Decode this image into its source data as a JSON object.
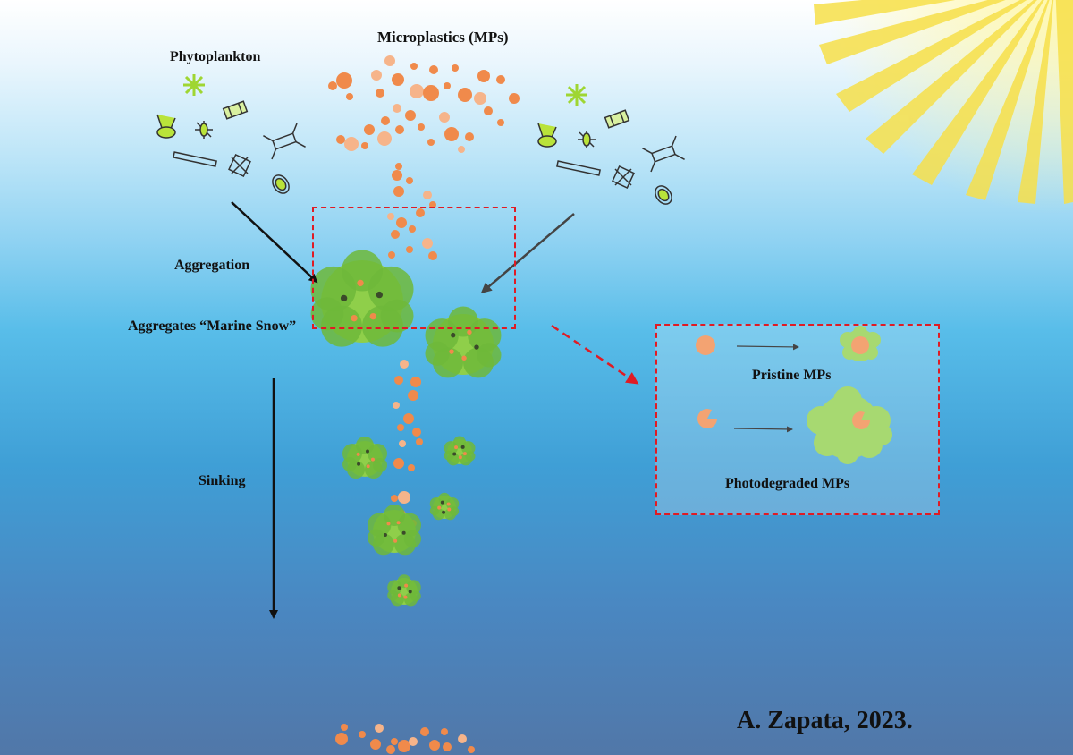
{
  "labels": {
    "microplastics": "Microplastics (MPs)",
    "phytoplankton": "Phytoplankton",
    "aggregation": "Aggregation",
    "marine_snow": "Aggregates “Marine Snow”",
    "sinking": "Sinking",
    "pristine": "Pristine MPs",
    "photodegraded": "Photodegraded MPs",
    "credit": "A. Zapata, 2023."
  },
  "colors": {
    "microplastic": "#f08a4b",
    "microplastic_light": "#f6b48a",
    "aggregate": "#8fcf4a",
    "aggregate_dark": "#6fb83a",
    "highlight_box": "#e01b24",
    "sun": "#f7e04a"
  },
  "icons": [
    "sun-icon",
    "phytoplankton-icon",
    "microplastic-particle-icon",
    "aggregate-icon",
    "arrow-icon"
  ]
}
